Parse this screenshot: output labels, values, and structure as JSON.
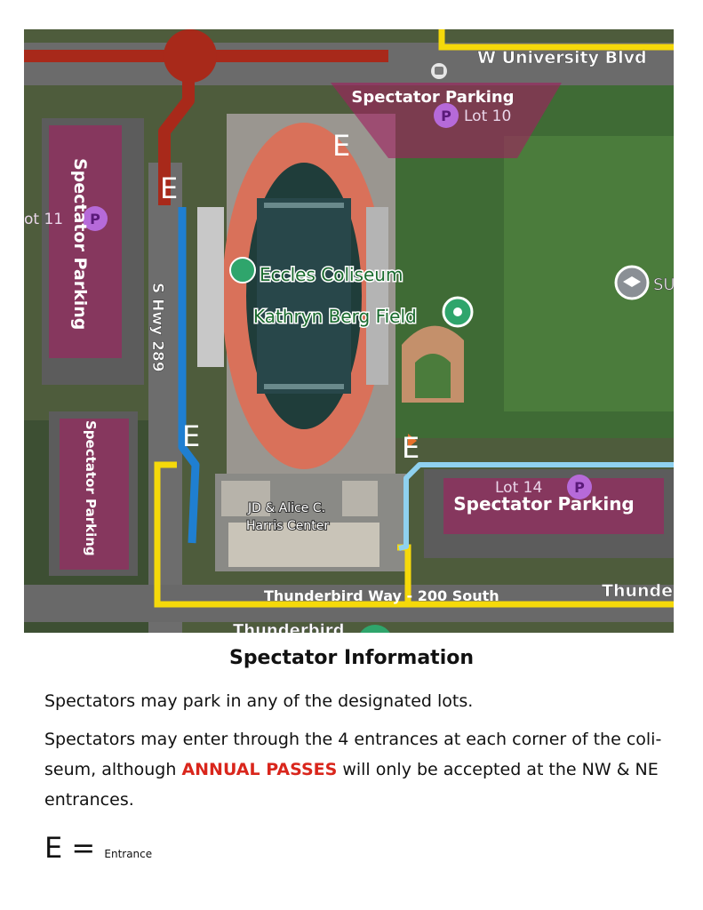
{
  "map": {
    "street_north": "W University Blvd",
    "street_south": "Thunderbird Way  -  200 South",
    "street_south_right": "Thunde",
    "street_west": "S Hwy 289",
    "lot_10": "Lot 10",
    "lot_11": "ot 11",
    "lot_14": "Lot 14",
    "parking_symbol": "P",
    "lot_10_label": "Spectator Parking",
    "lot_11_label": "Spectator Parking",
    "lot_west_south_label": "Spectator Parking",
    "lot_14_label": "Spectator Parking",
    "coliseum_name": "Eccles Coliseum",
    "field_name": "Kathryn Berg Field",
    "center_name_1": "JD & Alice C.",
    "center_name_2": "Harris Center",
    "bottom_label": "Thunderbird",
    "right_marker_label": "SU",
    "entrance_mark": "E",
    "colors": {
      "route_red": "#a8291a",
      "route_yellow": "#f5d90a",
      "route_blue": "#1f7fd1",
      "route_lightblue": "#8fd1ef",
      "parking_overlay": "#a0205f",
      "track": "#d9715a"
    }
  },
  "info": {
    "title": "Spectator Information",
    "line1": "Spectators may park in any of the designated lots.",
    "line2_a": "Spectators may enter through the 4 entrances at each corner of the coli-seum, although ",
    "line2_highlight": "ANNUAL PASSES",
    "line2_b": " will only be accepted at the NW & NE entrances.",
    "legend_symbol": "E",
    "legend_equals": " = ",
    "legend_label": "Entrance"
  }
}
